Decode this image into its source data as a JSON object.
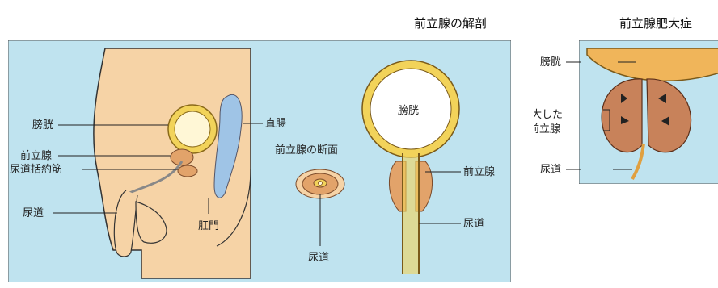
{
  "anatomy": {
    "title": "前立腺の解剖",
    "labels": {
      "bladder": "膀胱",
      "prostate": "前立腺",
      "sphincter": "尿道括約筋",
      "urethra": "尿道",
      "rectum": "直腸",
      "anus": "肛門",
      "cross_section_title": "前立腺の断面",
      "cross_section_urethra": "尿道",
      "coronal_bladder": "膀胱",
      "coronal_prostate": "前立腺",
      "coronal_urethra": "尿道"
    }
  },
  "bph": {
    "title": "前立腺肥大症",
    "labels": {
      "bladder": "膀胱",
      "enlarged_prostate_line1": "肥大した",
      "enlarged_prostate_line2": "前立腺",
      "urethra": "尿道"
    }
  },
  "colors": {
    "panel_bg": "#bfe3ef",
    "skin": "#f6d3a6",
    "skin_stroke": "#333333",
    "bladder_wall": "#f2d35a",
    "prostate": "#e2a36a",
    "rectum": "#9fc4e6",
    "urethra": "#d9d9d9",
    "bph_prostate": "#c8825a",
    "bph_bladder": "#f0b55a"
  }
}
